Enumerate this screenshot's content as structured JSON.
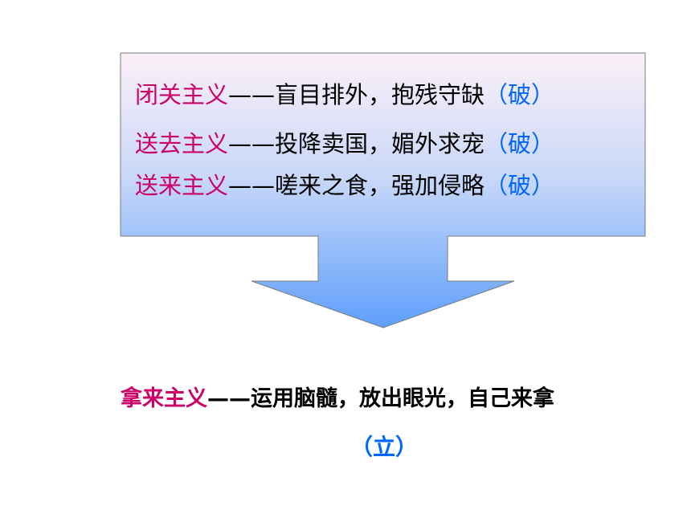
{
  "box_lines": [
    {
      "term": "闭关主义",
      "dash": "——",
      "desc": "盲目排外，抱残守缺",
      "tag": "（破）"
    },
    {
      "term": "送去主义",
      "dash": "——",
      "desc": "投降卖国，媚外求宠",
      "tag": "（破）"
    },
    {
      "term": "送来主义",
      "dash": "——",
      "desc": "嗟来之食，强加侵略",
      "tag": "（破）"
    }
  ],
  "conclusion": {
    "term": "拿来主义",
    "dash": "——",
    "desc": "运用脑髓，放出眼光，自己来拿",
    "tag": "（立）"
  },
  "colors": {
    "term": "#cc0066",
    "tag": "#0066ff",
    "gradient_top": "#fcf0f8",
    "gradient_bottom": "#5f9ffc",
    "outline": "#7a7a7a"
  }
}
